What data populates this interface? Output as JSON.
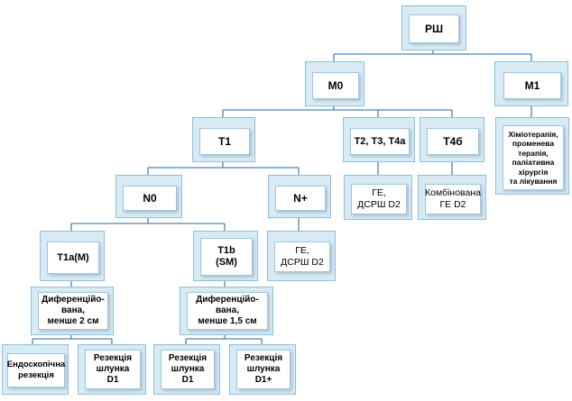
{
  "nodes": {
    "rsh": "РШ",
    "m0": "M0",
    "m1": "M1",
    "t1": "T1",
    "t234a": "T2, T3, T4a",
    "t4b": "T4б",
    "n0": "N0",
    "nplus": "N+",
    "t1_ge": "ГЕ,\nДСРШ D2",
    "t4b_comb": "Комбінована\nГЕ D2",
    "chemo": "Хіміотерапія,\nпроменева\nтерапія,\nпаліативна\nхірургія\nта лікування",
    "t1a": "T1a(M)",
    "t1b": "T1b\n(SM)",
    "nplus_ge": "ГЕ,\nДСРШ D2",
    "diff2": "Диференційо-\nвана,\nменше 2 см",
    "diff15": "Диференційо-\nвана,\nменше 1,5 см",
    "endo": "Ендоскопічна\nрезекція",
    "res_d1_a": "Резекція\nшлунка\nD1",
    "res_d1_b": "Резекція\nшлунка\nD1",
    "res_d1plus": "Резекція\nшлунка\nD1+"
  },
  "colors": {
    "connector": "#4a86b6",
    "box_back": "#d8ebf4",
    "box_border": "#9cc6de"
  }
}
